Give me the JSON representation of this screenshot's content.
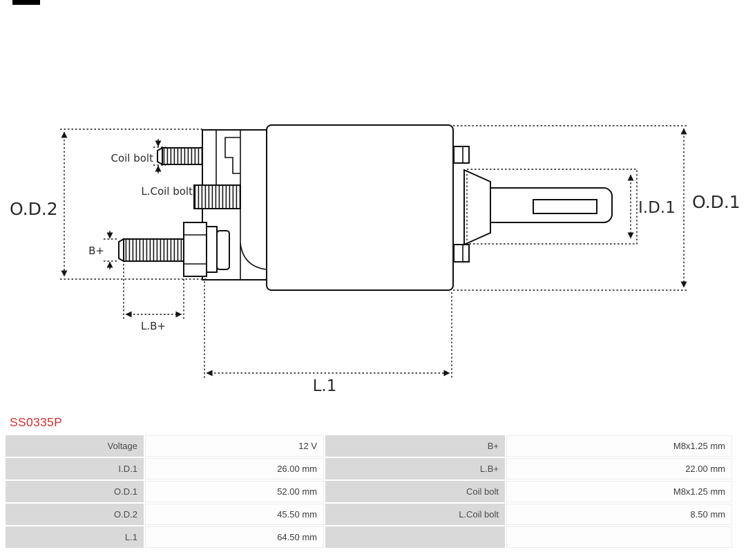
{
  "product": {
    "code": "SS0335P"
  },
  "colors": {
    "product_code": "#cc3333",
    "table_label_bg": "#d9d9d9"
  },
  "diagram": {
    "labels": {
      "od2": "O.D.2",
      "od1": "O.D.1",
      "id1": "I.D.1",
      "coil_bolt": "Coil bolt",
      "l_coil_bolt": "L.Coil bolt",
      "b_plus": "B+",
      "l_b_plus": "L.B+",
      "l1": "L.1"
    }
  },
  "spec_table": {
    "rows": [
      [
        "Voltage",
        "12 V",
        "B+",
        "M8x1.25 mm"
      ],
      [
        "I.D.1",
        "26.00 mm",
        "L.B+",
        "22.00 mm"
      ],
      [
        "O.D.1",
        "52.00 mm",
        "Coil bolt",
        "M8x1.25 mm"
      ],
      [
        "O.D.2",
        "45.50 mm",
        "L.Coil bolt",
        "8.50 mm"
      ],
      [
        "L.1",
        "64.50 mm",
        "",
        ""
      ]
    ]
  }
}
